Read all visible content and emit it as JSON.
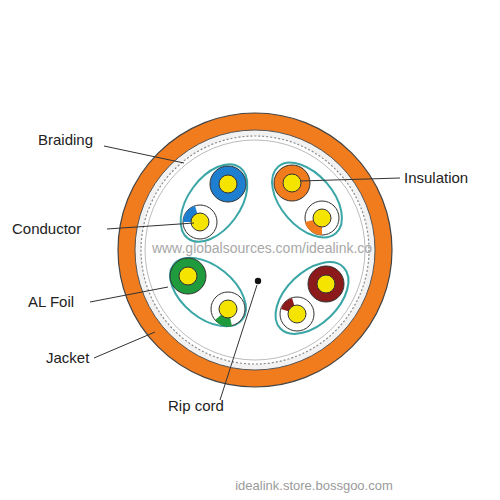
{
  "diagram": {
    "labels": [
      "Braiding",
      "Insulation",
      "Conductor",
      "AL Foil",
      "Jacket",
      "Rip cord",
      "www.globalsources.com/idealink.co",
      "idealink.store.bossgoo.com"
    ]
  }
}
